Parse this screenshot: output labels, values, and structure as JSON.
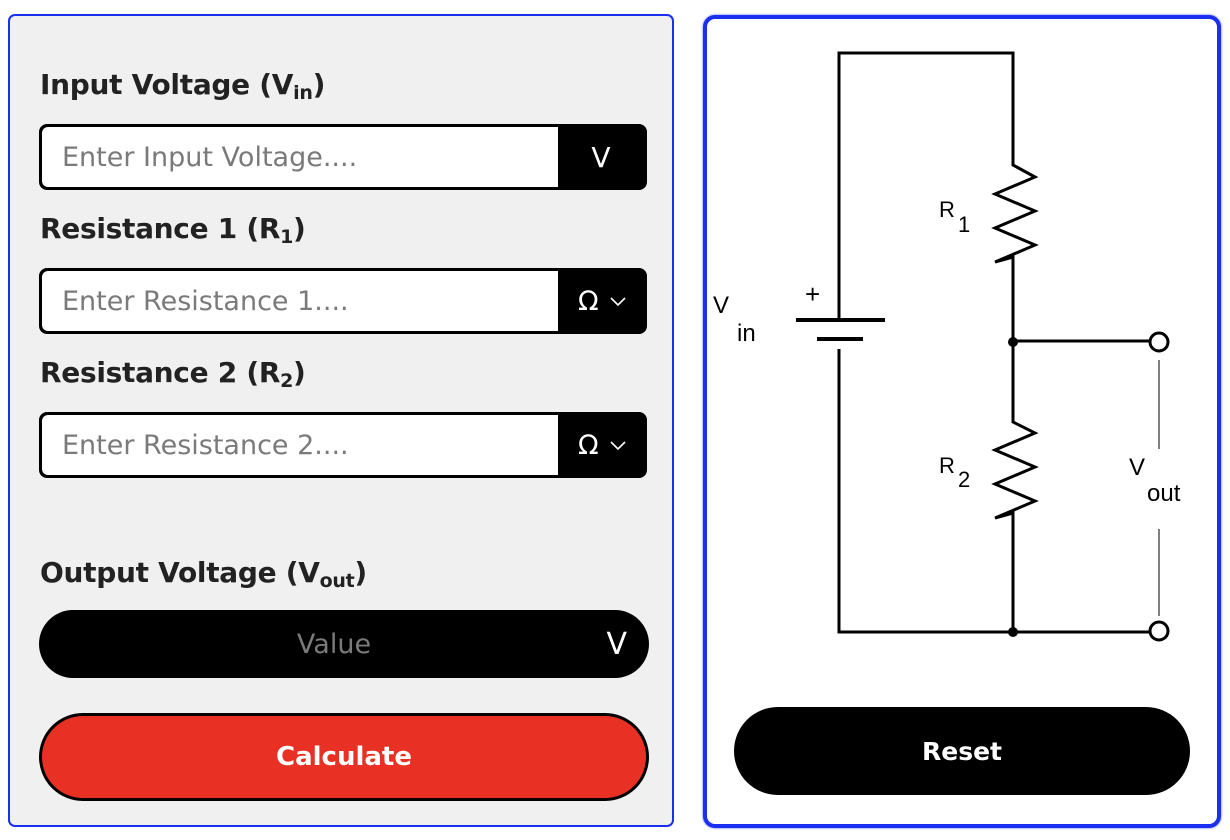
{
  "calculator": {
    "input_voltage": {
      "label": "Input Voltage (V",
      "label_sub": "in",
      "label_close": ")",
      "placeholder": "Enter Input Voltage....",
      "value": "",
      "unit": "V"
    },
    "resistance1": {
      "label": "Resistance 1 (R",
      "label_sub": "1",
      "label_close": ")",
      "placeholder": "Enter Resistance 1....",
      "value": "",
      "unit_selected": "Ω"
    },
    "resistance2": {
      "label": "Resistance 2 (R",
      "label_sub": "2",
      "label_close": ")",
      "placeholder": "Enter Resistance 2....",
      "value": "",
      "unit_selected": "Ω"
    },
    "output_voltage": {
      "label": "Output Voltage (V",
      "label_sub": "out",
      "label_close": ")",
      "value_placeholder": "Value",
      "unit": "V"
    },
    "calculate_label": "Calculate",
    "accent_color": "#e83124",
    "border_color": "#1a2ff0"
  },
  "diagram": {
    "vin_label": "V",
    "vin_sub": "in",
    "plus_sign": "+",
    "r1_label": "R",
    "r1_sub": "1",
    "r2_label": "R",
    "r2_sub": "2",
    "vout_label": "V",
    "vout_sub": "out",
    "reset_label": "Reset"
  }
}
